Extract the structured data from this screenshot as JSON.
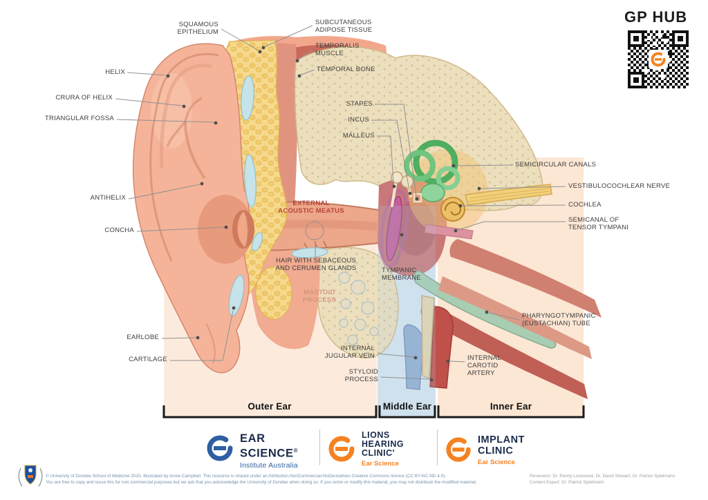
{
  "gp_hub": "GP HUB",
  "anatomy_labels": {
    "squamous_epithelium": "SQUAMOUS\nEPITHELIUM",
    "subcutaneous_adipose_tissue": "SUBCUTANEOUS\nADIPOSE TISSUE",
    "temporalis_muscle": "TEMPORALIS\nMUSCLE",
    "temporal_bone": "TEMPORAL BONE",
    "helix": "HELIX",
    "crura_of_helix": "CRURA OF HELIX",
    "triangular_fossa": "TRIANGULAR FOSSA",
    "antihelix": "ANTIHELIX",
    "concha": "CONCHA",
    "earlobe": "EARLOBE",
    "cartilage": "CARTILAGE",
    "stapes": "STAPES",
    "incus": "INCUS",
    "malleus": "MALLEUS",
    "external_acoustic_meatus": "EXTERNAL\nACOUSTIC MEATUS",
    "hair_glands": "HAIR WITH SEBACEOUS\nAND CERUMEN GLANDS",
    "mastoid_process": "MASTOID\nPROCESS",
    "tympanic_membrane": "TYMPANIC\nMEMBRANE",
    "semicircular_canals": "SEMICIRCULAR CANALS",
    "vestibulocochlear_nerve": "VESTIBULOCOCHLEAR NERVE",
    "cochlea": "COCHLEA",
    "semicanal_tensor_tympani": "SEMICANAL OF\nTENSOR TYMPANI",
    "pharyngotympanic_tube": "PHARYNGOTYMPANIC\n(EUSTACHIAN) TUBE",
    "internal_carotid_artery": "INTERNAL\nCAROTID\nARTERY",
    "internal_jugular_vein": "INTERNAL\nJUGULAR VEIN",
    "styloid_process": "STYLOID\nPROCESS"
  },
  "sections": {
    "outer": "Outer Ear",
    "middle": "Middle Ear",
    "inner": "Inner Ear"
  },
  "logos": {
    "ear_science": {
      "name_line1": "EAR",
      "name_line2": "SCIENCE",
      "registered": "®",
      "subtitle": "Institute Australia"
    },
    "lions_hearing": {
      "name_line1": "LIONS",
      "name_line2": "HEARING",
      "name_line3": "CLINIC'",
      "subtitle": "Ear Science"
    },
    "implant_clinic": {
      "name_line1": "IMPLANT",
      "name_line2": "CLINIC",
      "subtitle": "Ear Science"
    }
  },
  "footer": {
    "copyright_line1": "© University of Dundee School of Medicine 2015. Illustrated by Annie Campbell. This resource is shared under an Attribution-NonCommercial-NoDerivatives Creative Commons licence (CC BY-NC-ND 4.0).",
    "copyright_line2": "You are free to copy and reuse this for non commercial purposes but we ask that you acknowledge the University of Dundee when doing so. If you remix or modify this material, you may not distribute the modified material.",
    "reviewers": "Reviewers: Dr. Penny Lockwood, Dr. David Stewart, Dr. Patrick Spielmann",
    "content_expert": "Content Expert: Dr. Patrick Spielmann"
  },
  "colors": {
    "accent_orange": "#F58220",
    "brand_blue": "#2E5FA3",
    "navy": "#1B2A4A",
    "label_red": "#B5443C"
  }
}
